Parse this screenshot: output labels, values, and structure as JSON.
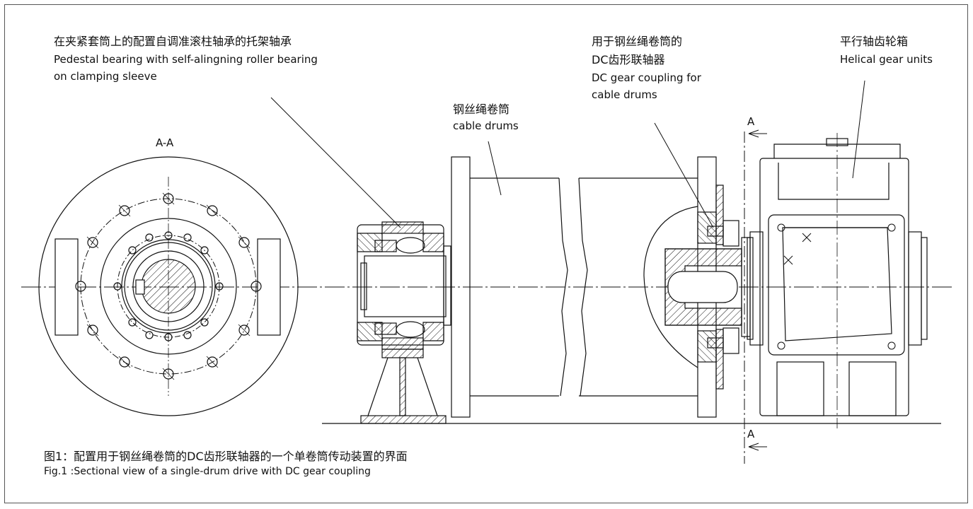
{
  "callouts": {
    "pedestal": {
      "zh": "在夹紧套筒上的配置自调准滚柱轴承的托架轴承",
      "en1": "Pedestal bearing with self-alingning roller bearing",
      "en2": "on clamping sleeve"
    },
    "coupling": {
      "zh1": "用于钢丝绳卷筒的",
      "zh2": "DC齿形联轴器",
      "en1": "DC gear coupling for",
      "en2": "cable drums"
    },
    "gearbox": {
      "zh": "平行轴齿轮箱",
      "en": "Helical gear units"
    },
    "drum": {
      "zh": "钢丝绳卷筒",
      "en": "cable drums"
    }
  },
  "section": {
    "view_label": "A-A",
    "mark_top": "A",
    "mark_bottom": "A"
  },
  "caption": {
    "zh": "图1：配置用于钢丝绳卷筒的DC齿形联轴器的一个单卷筒传动装置的界面",
    "en": "Fig.1 :Sectional view of a single-drum drive with DC gear coupling"
  },
  "colors": {
    "line": "#111111",
    "frame": "#555555",
    "background": "#ffffff"
  }
}
